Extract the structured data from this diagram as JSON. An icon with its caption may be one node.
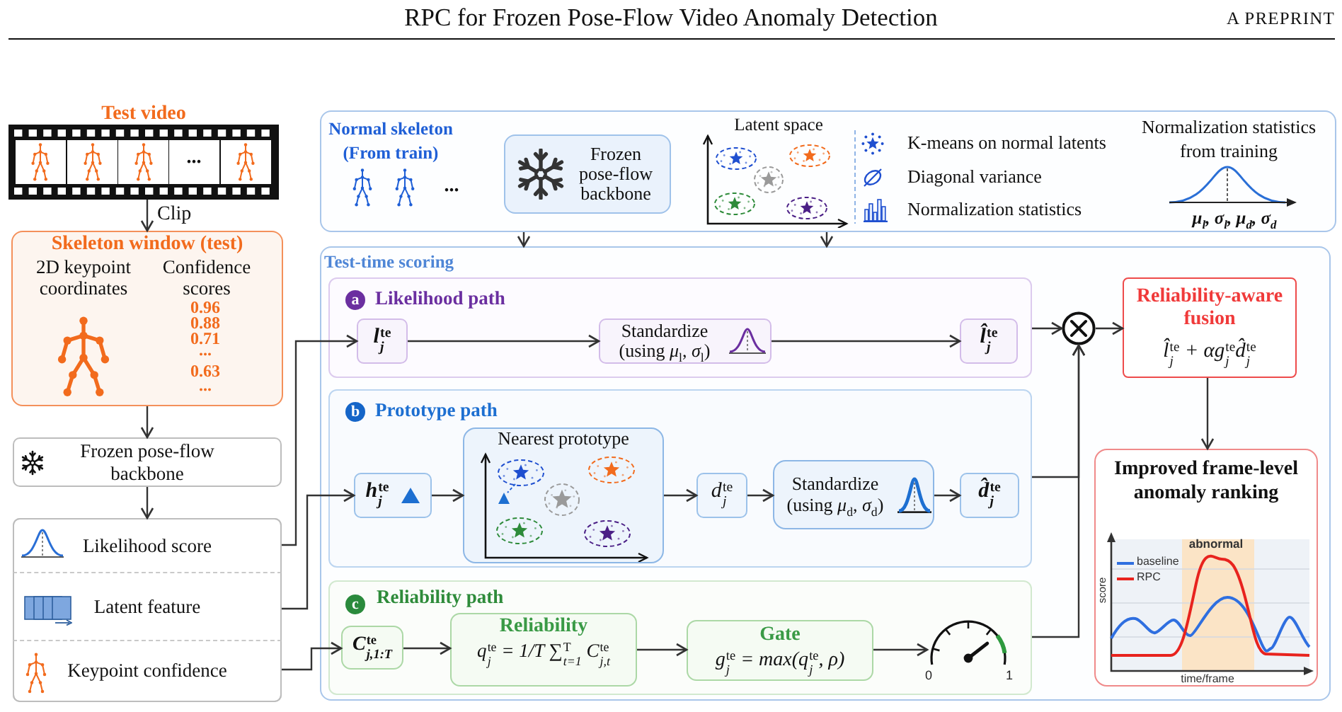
{
  "diagram": {
    "nodes": [
      {
        "text": [
          "Test video",
          "..."
        ]
      },
      {
        "text": [
          "Skeleton window (test)",
          "2D keypoint coordinates",
          "Confidence scores",
          "0.96",
          "0.88",
          "0.71",
          "...",
          "0.63",
          "..."
        ]
      },
      {
        "text": [
          "Frozen pose-flow backbone"
        ]
      },
      {
        "text": [],
        "shape": "box"
      },
      {
        "text": [
          "Likelihood score"
        ],
        "in": 3
      },
      {
        "text": [
          "Latent feature"
        ],
        "in": 3
      },
      {
        "text": [
          "Keypoint confidence"
        ],
        "in": 3
      },
      {
        "text": [
          "Normal skeleton (From train)",
          "...",
          "Latent space",
          "K-means on normal latents",
          "Diagonal variance",
          "Normalization statistics",
          "Normalization statistics from training",
          "μ$_{l}$, σ$_{l}$, μ$_{d}$, σ$_{d}$"
        ]
      },
      {
        "text": [
          "Frozen pose-flow backbone"
        ],
        "in": 7
      },
      {
        "text": [
          "Test-time scoring"
        ]
      },
      {
        "text": [
          "Likelihood path"
        ],
        "in": 9
      },
      {
        "text": [
          "a"
        ],
        "in": 10
      },
      {
        "text": [
          "l$^{te}$$_{j}$"
        ],
        "in": 10
      },
      {
        "text": [
          "Standardize (using *μ*$_{l}$, *σ*$_{l}$)"
        ],
        "in": 10
      },
      {
        "text": [
          "l̂$^{te}$$_{j}$"
        ],
        "in": 10
      },
      {
        "text": [],
        "shape": "circle",
        "in": 9
      },
      {
        "text": [
          "Reliability-aware fusion",
          "l̂$^{te}$$_{j}$ + αg$^{te}$$_{j}$d̂$^{te}$$_{j}$"
        ],
        "in": 9
      },
      {
        "text": [
          "Prototype path"
        ],
        "in": 9
      },
      {
        "text": [
          "b"
        ],
        "in": 17
      },
      {
        "text": [
          "h$^{te}$$_{j}$"
        ],
        "in": 17
      },
      {
        "text": [
          "Nearest prototype"
        ],
        "in": 17
      },
      {
        "text": [
          "d$^{te}$$_{j}$"
        ],
        "in": 17
      },
      {
        "text": [
          "Standardize (using *μ*$_{d}$, *σ*$_{d}$)"
        ],
        "in": 17
      },
      {
        "text": [
          "d̂$^{te}$$_{j}$"
        ],
        "in": 17
      },
      {
        "text": [
          "Improved frame-level anomaly ranking",
          "abnormal",
          "baseline",
          "RPC",
          "score",
          "time/frame"
        ],
        "in": 9
      },
      {
        "text": [
          "Reliability path"
        ],
        "in": 9
      },
      {
        "text": [
          "c"
        ],
        "in": 25
      },
      {
        "text": [
          "C$^{te}$$_{j,1:T}$"
        ],
        "in": 25
      },
      {
        "text": [
          "Reliability",
          "q$^{te}$$_{j}$ = 1/T ∑$^{T}$$_{t=1}$ C$^{te}$$_{j,t}$"
        ],
        "in": 25
      },
      {
        "text": [
          "Gate",
          "g$^{te}$$_{j}$ = max(q$^{te}$$_{j}$, ρ)"
        ],
        "in": 25
      },
      {
        "text": [],
        "shape": "picture",
        "in": 25,
        "beside": [
          "0",
          "1"
        ]
      }
    ],
    "edges": [
      {
        "from": 0,
        "to": 1,
        "arrow": "to",
        "label": "Clip"
      },
      {
        "from": 1,
        "to": 2,
        "arrow": "to"
      },
      {
        "from": 2,
        "to": 3,
        "arrow": "to"
      },
      {
        "from": 4,
        "to": 12,
        "arrow": "to"
      },
      {
        "from": 5,
        "to": 19,
        "arrow": "to"
      },
      {
        "from": 6,
        "to": 27,
        "arrow": "to"
      },
      {
        "from": 7,
        "to": 9,
        "arrow": "to"
      },
      {
        "from": 7,
        "to": 9,
        "arrow": "to"
      },
      {
        "from": 12,
        "to": 13,
        "arrow": "to"
      },
      {
        "from": 13,
        "to": 14,
        "arrow": "to"
      },
      {
        "from": 10,
        "to": 15,
        "arrow": "to"
      },
      {
        "from": 15,
        "to": 16,
        "arrow": "to"
      },
      {
        "from": 19,
        "to": 20,
        "arrow": "to"
      },
      {
        "from": 20,
        "to": 21,
        "arrow": "to"
      },
      {
        "from": 21,
        "to": 22,
        "arrow": "to"
      },
      {
        "from": 22,
        "to": 23,
        "arrow": "to"
      },
      {
        "from": 17,
        "to": 15,
        "arrow": "to"
      },
      {
        "from": 25,
        "to": 15,
        "arrow": "to"
      },
      {
        "from": 16,
        "to": 24,
        "arrow": "to"
      },
      {
        "from": 27,
        "to": 28,
        "arrow": "to"
      },
      {
        "from": 28,
        "to": 29,
        "arrow": "to"
      },
      {
        "from": 29,
        "to": 30,
        "arrow": "to"
      }
    ],
    "labels": [
      "RPC for Frozen Pose-Flow Video Anomaly Detection",
      "A PREPRINT"
    ]
  }
}
